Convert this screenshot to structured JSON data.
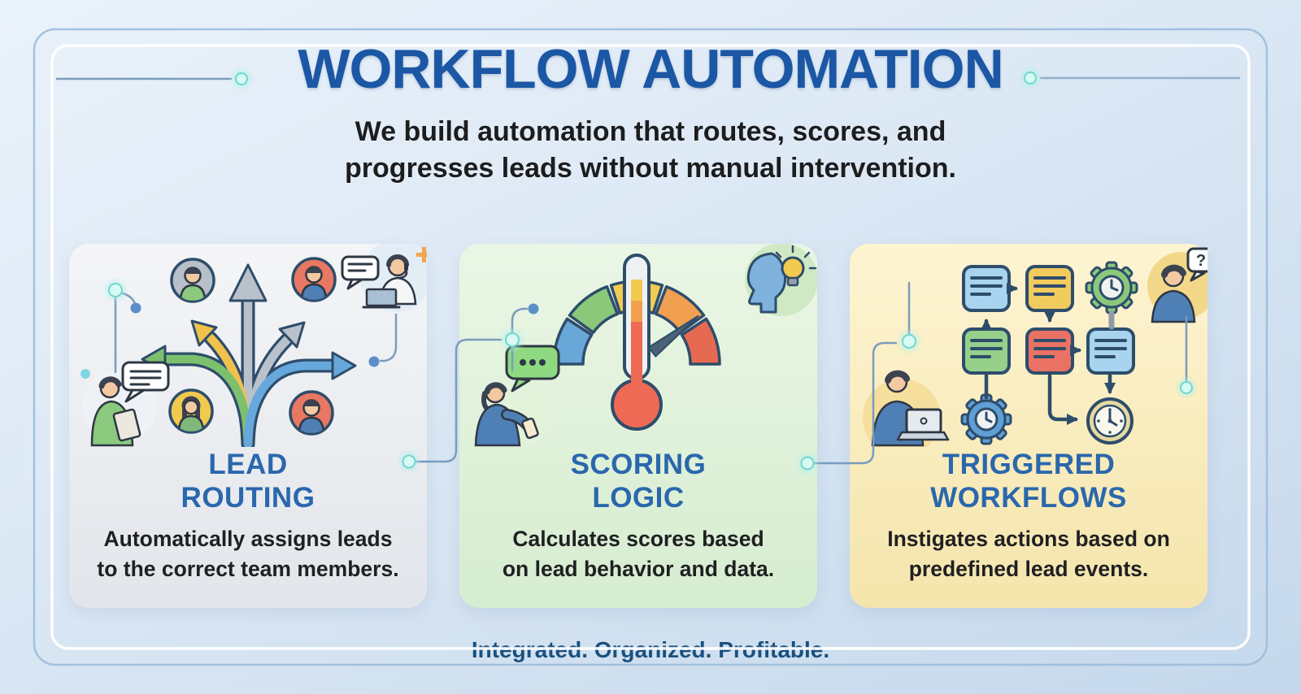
{
  "header": {
    "title": "WORKFLOW AUTOMATION",
    "subtitle_lines": [
      "We build automation that routes, scores, and",
      "progresses leads without manual intervention."
    ]
  },
  "panels": [
    {
      "name": "lead-routing",
      "title_lines": [
        "LEAD",
        "ROUTING"
      ],
      "description_lines": [
        "Automatically assigns leads",
        "to the correct team members."
      ],
      "icon": "branching-arrows-icon",
      "side_icons": [
        "person-tablet-chat-icon",
        "support-agent-laptop-icon",
        "avatar-icons"
      ]
    },
    {
      "name": "scoring-logic",
      "title_lines": [
        "SCORING",
        "LOGIC"
      ],
      "description_lines": [
        "Calculates scores based",
        "on lead behavior and data."
      ],
      "icon": "gauge-thermometer-icon",
      "side_icons": [
        "person-phone-chat-icon",
        "head-lightbulb-icon"
      ]
    },
    {
      "name": "triggered-workflows",
      "title_lines": [
        "TRIGGERED",
        "WORKFLOWS"
      ],
      "description_lines": [
        "Instigates actions based on",
        "predefined lead events."
      ],
      "icon": "flowchart-icon",
      "side_icons": [
        "person-laptop-icon",
        "person-question-icon"
      ],
      "bubble_text": "?"
    }
  ],
  "footer": {
    "tagline": "Integrated. Organized. Profitable."
  },
  "colors": {
    "title_blue": "#1b57a4",
    "heading_blue": "#2a67ad",
    "tagline_blue": "#19517f",
    "body_text": "#1f2022",
    "background_blue": "#dde9f5",
    "panel_gray": "#e7e9ec",
    "panel_green": "#ddeed6",
    "panel_yellow": "#f7e9b9",
    "glow_cyan": "#aef0ea",
    "outline_navy": "#2e4d6b",
    "arrow_green": "#7cc06e",
    "arrow_blue": "#67a8dc",
    "arrow_yellow": "#f0c24d",
    "arrow_gray": "#b9c2cb",
    "gauge_red": "#e66a52",
    "gauge_orange": "#f0a050"
  },
  "decorations": [
    "rounded-double-frame",
    "circuit-connector-lines",
    "glow-nodes"
  ]
}
